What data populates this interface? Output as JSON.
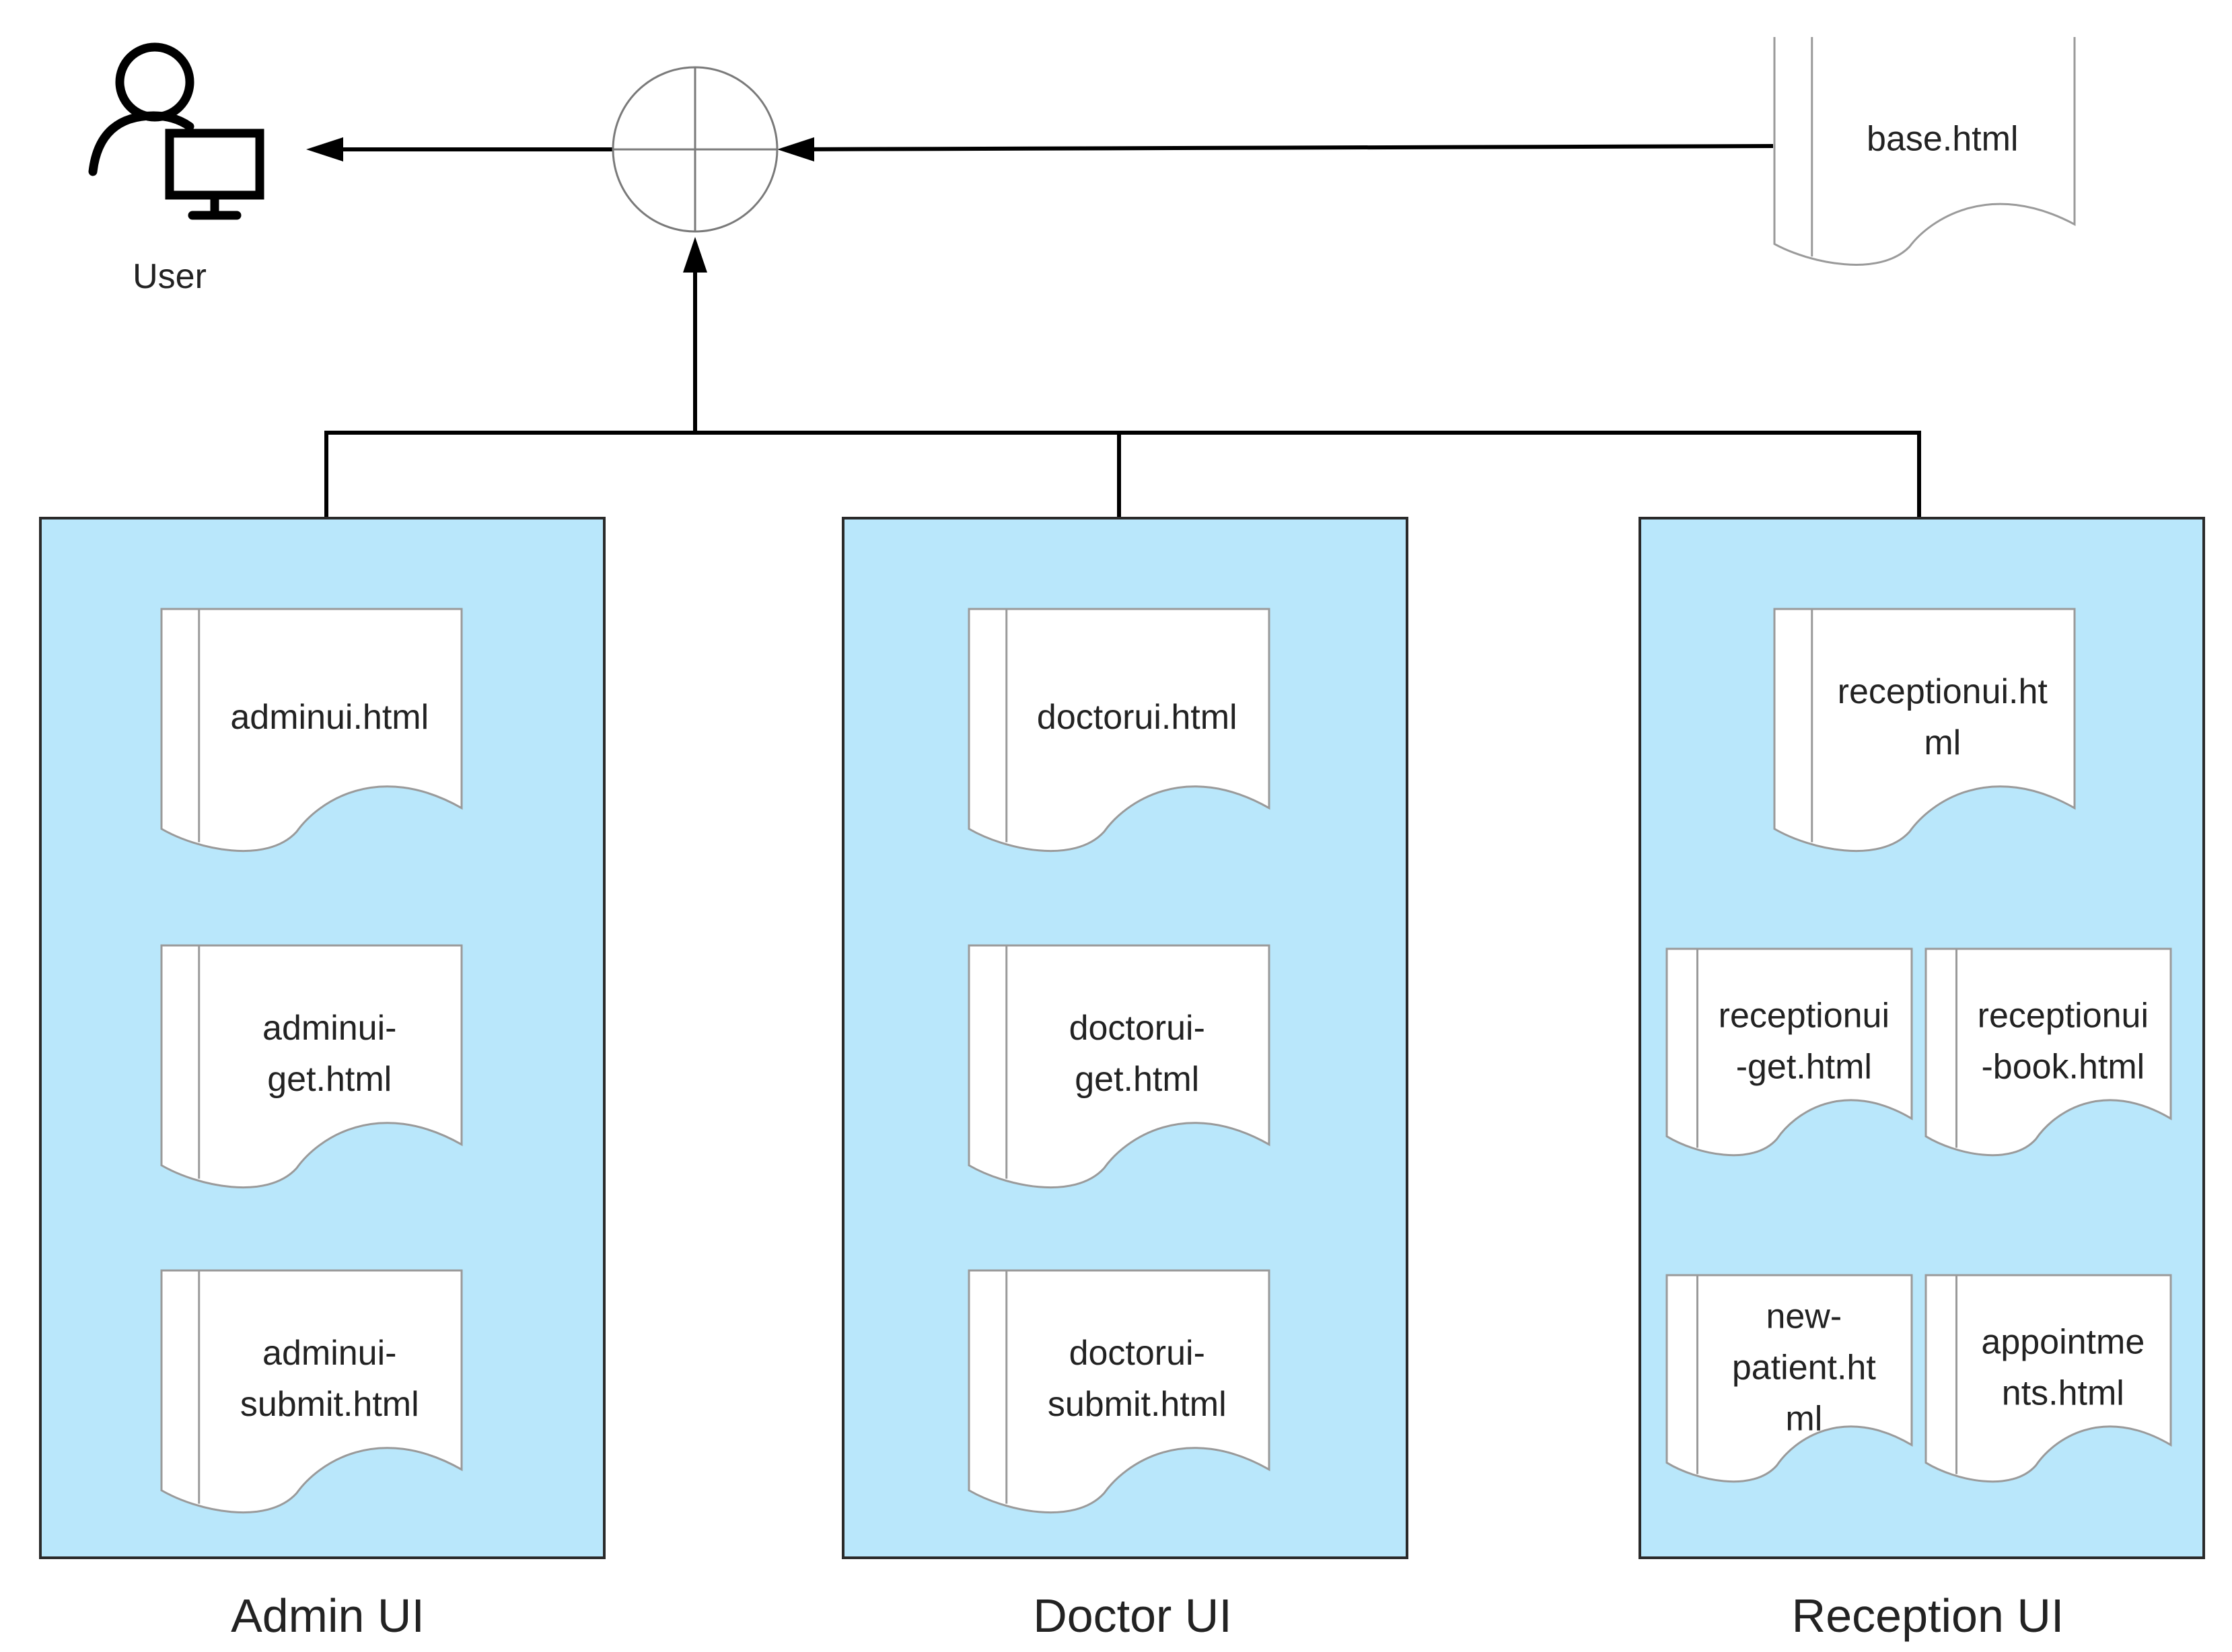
{
  "colors": {
    "group_fill": "#b9e7fb",
    "group_border": "#2a2a2a",
    "document_fill": "#ffffff",
    "document_border": "#9a9a9a",
    "line": "#000000"
  },
  "user": {
    "label": "User",
    "icon": "user-computer-icon"
  },
  "merge_node": {
    "icon": "summing-junction-icon"
  },
  "base_document": {
    "lines": [
      "base.html"
    ]
  },
  "groups": [
    {
      "label": "Admin UI",
      "documents": [
        {
          "lines": [
            "adminui.html"
          ]
        },
        {
          "lines": [
            "adminui-",
            "get.html"
          ]
        },
        {
          "lines": [
            "adminui-",
            "submit.html"
          ]
        }
      ]
    },
    {
      "label": "Doctor UI",
      "documents": [
        {
          "lines": [
            "doctorui.html"
          ]
        },
        {
          "lines": [
            "doctorui-",
            "get.html"
          ]
        },
        {
          "lines": [
            "doctorui-",
            "submit.html"
          ]
        }
      ]
    },
    {
      "label": "Reception UI",
      "documents": [
        {
          "lines": [
            "receptionui.ht",
            "ml"
          ]
        },
        {
          "lines": [
            "receptionui",
            "-get.html"
          ]
        },
        {
          "lines": [
            "receptionui",
            "-book.html"
          ]
        },
        {
          "lines": [
            "new-",
            "patient.ht",
            "ml"
          ]
        },
        {
          "lines": [
            "appointme",
            "nts.html"
          ]
        }
      ]
    }
  ]
}
